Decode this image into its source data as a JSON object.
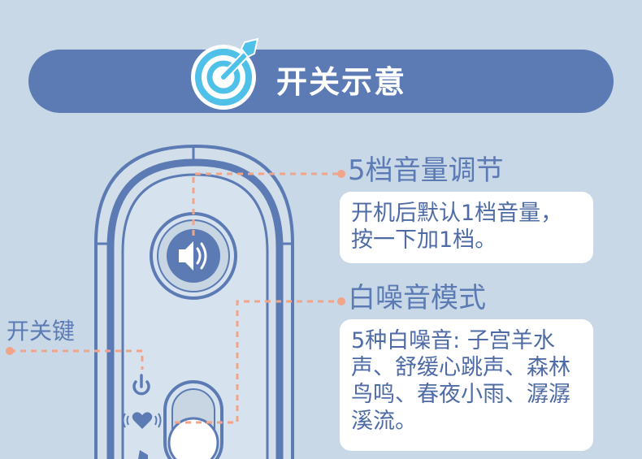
{
  "header": {
    "title": "开关示意",
    "icon": "target-icon"
  },
  "volume": {
    "heading": "5档音量调节",
    "description": "开机后默认1档音量，按一下加1档。"
  },
  "white_noise": {
    "heading": "白噪音模式",
    "description": "5种白噪音: 子宫羊水声、舒缓心跳声、森林鸟鸣、春夜小雨、潺潺溪流。"
  },
  "power": {
    "label": "开关键"
  },
  "colors": {
    "background": "#c9d8e6",
    "primary": "#5c7bb5",
    "accent_dashed": "#f0a48a",
    "card": "#ffffff",
    "icon_cyan": "#4fc1e8"
  }
}
